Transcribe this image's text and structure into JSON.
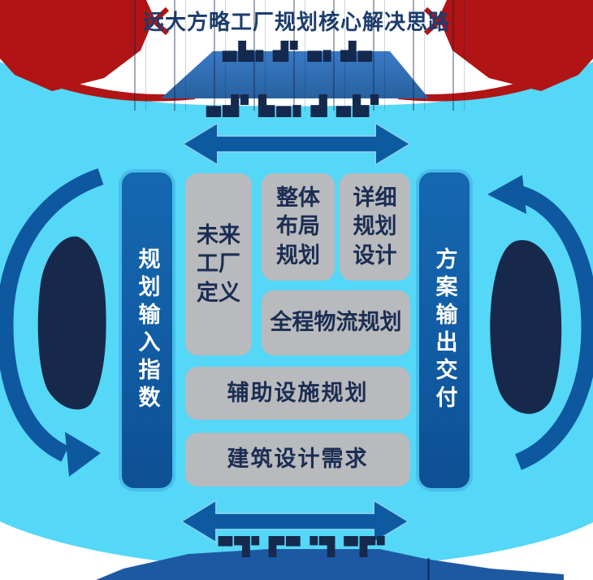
{
  "title": {
    "text": "远大方略工厂规划核心解决思路"
  },
  "top_banner": {
    "clipped_text_upper": "▄▙▖▟▘▄▖▟▄",
    "clipped_text_lower": "▄▟▘▙▄▖▟ ▄▙▘"
  },
  "bottom_banner": {
    "clipped_text": "▀▜▘▛▀▝▜ ▀▛▘"
  },
  "rails": {
    "left": {
      "label": "规划输入指数"
    },
    "right": {
      "label": "方案输出交付"
    }
  },
  "boxes": {
    "future_factory": {
      "label": "未来工厂定义"
    },
    "overall_layout": {
      "label": "整体布局规划"
    },
    "detailed_design": {
      "label": "详细规划设计"
    },
    "logistics": {
      "label": "全程物流规划"
    },
    "auxiliary": {
      "label": "辅助设施规划"
    },
    "architecture": {
      "label": "建筑设计需求"
    }
  },
  "colors": {
    "background": "#FFFFFF",
    "cyan_field": "#55D7F7",
    "deep_blue": "#0E5AA0",
    "banner_blue": "#2F6CB9",
    "navy_text": "#1B2D52",
    "box_gray": "#B9BABD",
    "ribbon_red": "#B11414",
    "rail_text": "#FFFFFF",
    "title_navy": "#1C3D6E"
  }
}
